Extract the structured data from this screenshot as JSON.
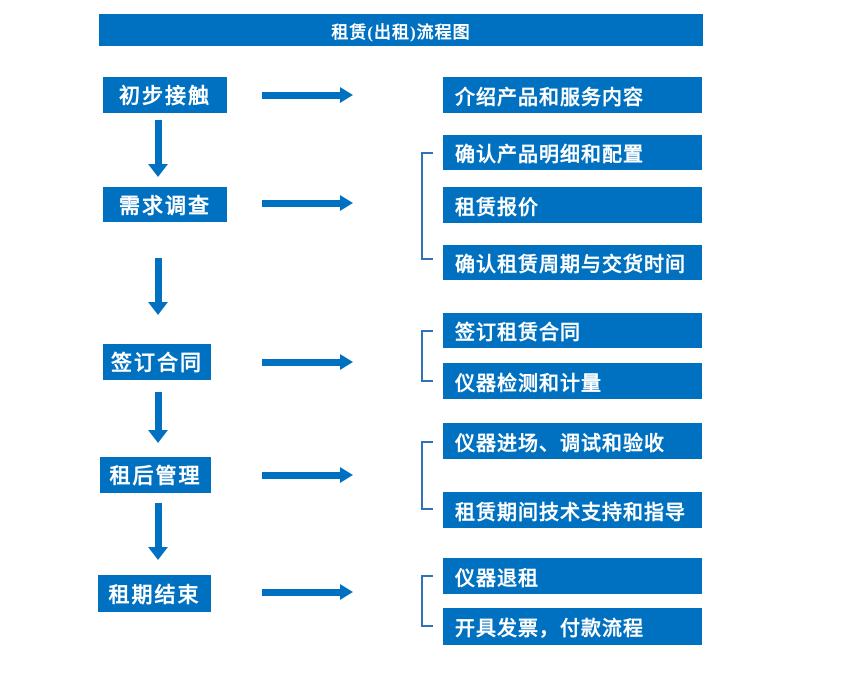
{
  "title": "租赁(出租)流程图",
  "colors": {
    "primary": "#0070C0",
    "bracket": "#2E74B5",
    "text": "#FFFFFF",
    "background": "#FFFFFF"
  },
  "stages": [
    {
      "label": "初步接触",
      "details": [
        "介绍产品和服务内容"
      ]
    },
    {
      "label": "需求调查",
      "details": [
        "确认产品明细和配置",
        "租赁报价",
        "确认租赁周期与交货时间"
      ]
    },
    {
      "label": "签订合同",
      "details": [
        "签订租赁合同",
        "仪器检测和计量"
      ]
    },
    {
      "label": "租后管理",
      "details": [
        "仪器进场、调试和验收",
        "租赁期间技术支持和指导"
      ]
    },
    {
      "label": "租期结束",
      "details": [
        "仪器退租",
        "开具发票，付款流程"
      ]
    }
  ]
}
